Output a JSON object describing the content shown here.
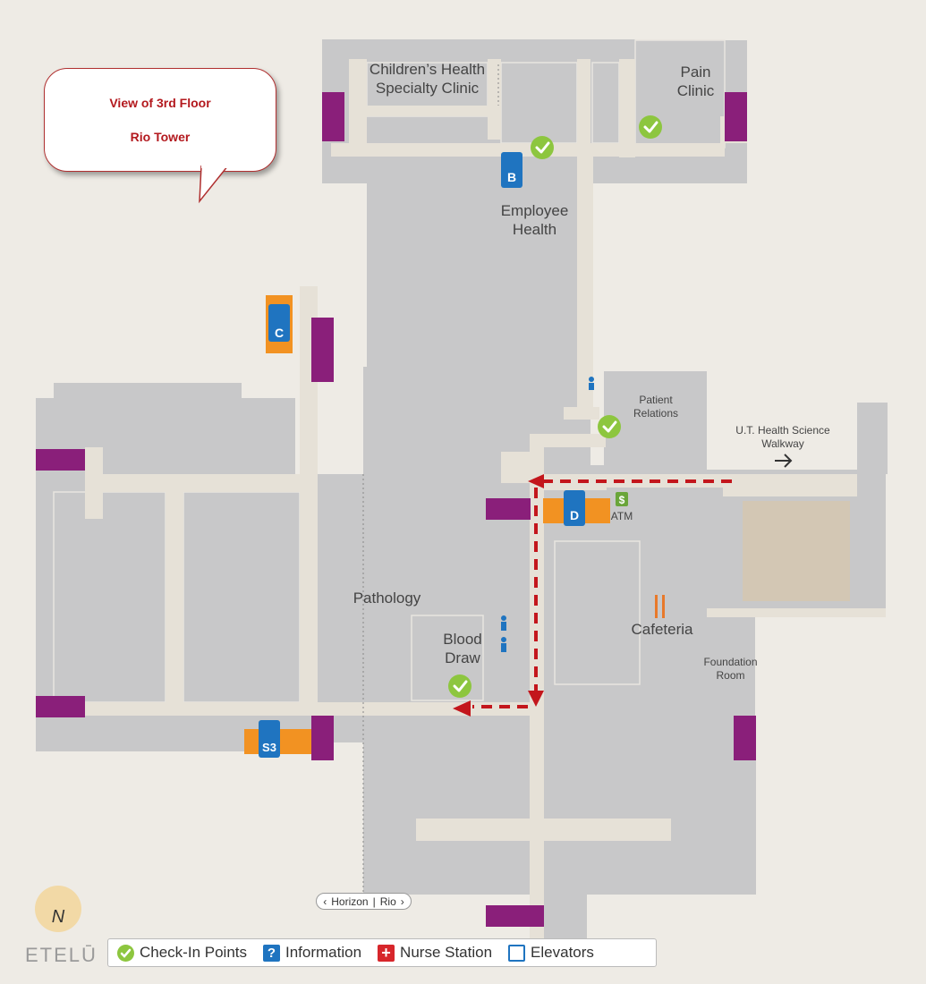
{
  "callout": {
    "line1": "View of 3rd Floor",
    "line2": "Rio Tower"
  },
  "labels": {
    "childrens_clinic_1": "Children’s Health",
    "childrens_clinic_2": "Specialty Clinic",
    "pain_clinic_1": "Pain",
    "pain_clinic_2": "Clinic",
    "employee_health_1": "Employee",
    "employee_health_2": "Health",
    "patient_relations_1": "Patient",
    "patient_relations_2": "Relations",
    "walkway_1": "U.T. Health Science",
    "walkway_2": "Walkway",
    "atm": "ATM",
    "pathology": "Pathology",
    "cafeteria": "Cafeteria",
    "blood_draw_1": "Blood",
    "blood_draw_2": "Draw",
    "foundation_room_1": "Foundation",
    "foundation_room_2": "Room"
  },
  "elevators": {
    "b": "B",
    "c": "C",
    "d": "D",
    "s3": "S3"
  },
  "badge": {
    "left": "Horizon",
    "sep": "|",
    "right": "Rio"
  },
  "legend": {
    "checkin": "Check-In Points",
    "information": "Information",
    "nurse": "Nurse Station",
    "elevators": "Elevators"
  },
  "brand": "ETELŪ",
  "compass_letter": "N",
  "colors": {
    "background": "#eeebe5",
    "building": "#c8c8c9",
    "corridor": "#e6e1d7",
    "stairs": "#8a1f7a",
    "elevator_bay": "#f29222",
    "elevator_icon": "#1f74c0",
    "checkin": "#8dc63f",
    "route": "#c3161c",
    "walkway_pad": "#d3c7b4"
  }
}
